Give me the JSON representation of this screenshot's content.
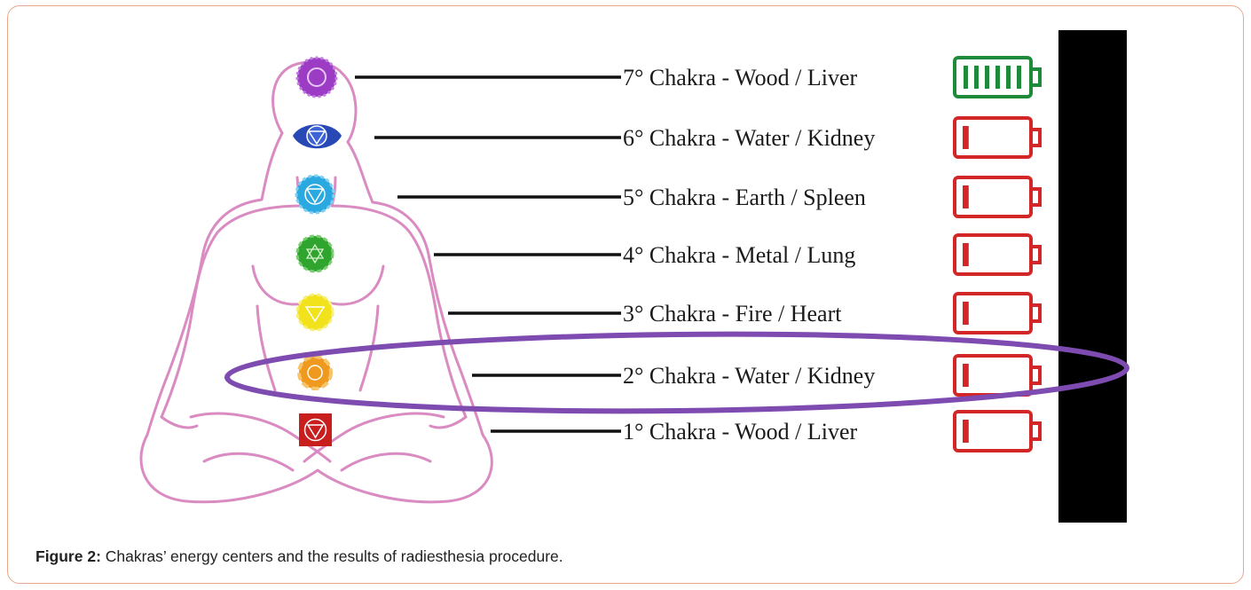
{
  "figure": {
    "caption_label": "Figure 2:",
    "caption_text": " Chakras’ energy centers and the results of radiesthesia procedure."
  },
  "colors": {
    "silhouette": "#d98bc2",
    "line": "#111111",
    "highlight_ellipse": "#7e4bb0",
    "battery_full": "#1f8a3a",
    "battery_low": "#d32626"
  },
  "chakras": [
    {
      "label": "7° Chakra - Wood / Liver",
      "battery": "full",
      "charge": 1.0,
      "color": "#9c3cc4",
      "icon": "crown-lotus-icon"
    },
    {
      "label": "6° Chakra - Water / Kidney",
      "battery": "low",
      "charge": 0.1,
      "color": "#2748b5",
      "icon": "third-eye-icon"
    },
    {
      "label": "5° Chakra - Earth / Spleen",
      "battery": "low",
      "charge": 0.1,
      "color": "#29a9df",
      "icon": "throat-lotus-icon"
    },
    {
      "label": "4° Chakra - Metal / Lung",
      "battery": "low",
      "charge": 0.1,
      "color": "#2fa52f",
      "icon": "heart-lotus-icon"
    },
    {
      "label": "3° Chakra - Fire / Heart",
      "battery": "low",
      "charge": 0.1,
      "color": "#f2e21c",
      "icon": "solar-plexus-icon"
    },
    {
      "label": "2° Chakra - Water / Kidney",
      "battery": "low",
      "charge": 0.1,
      "color": "#ef9a1e",
      "icon": "sacral-lotus-icon",
      "highlighted": true
    },
    {
      "label": "1° Chakra - Wood / Liver",
      "battery": "low",
      "charge": 0.1,
      "color": "#c81e1e",
      "icon": "root-square-icon"
    }
  ]
}
